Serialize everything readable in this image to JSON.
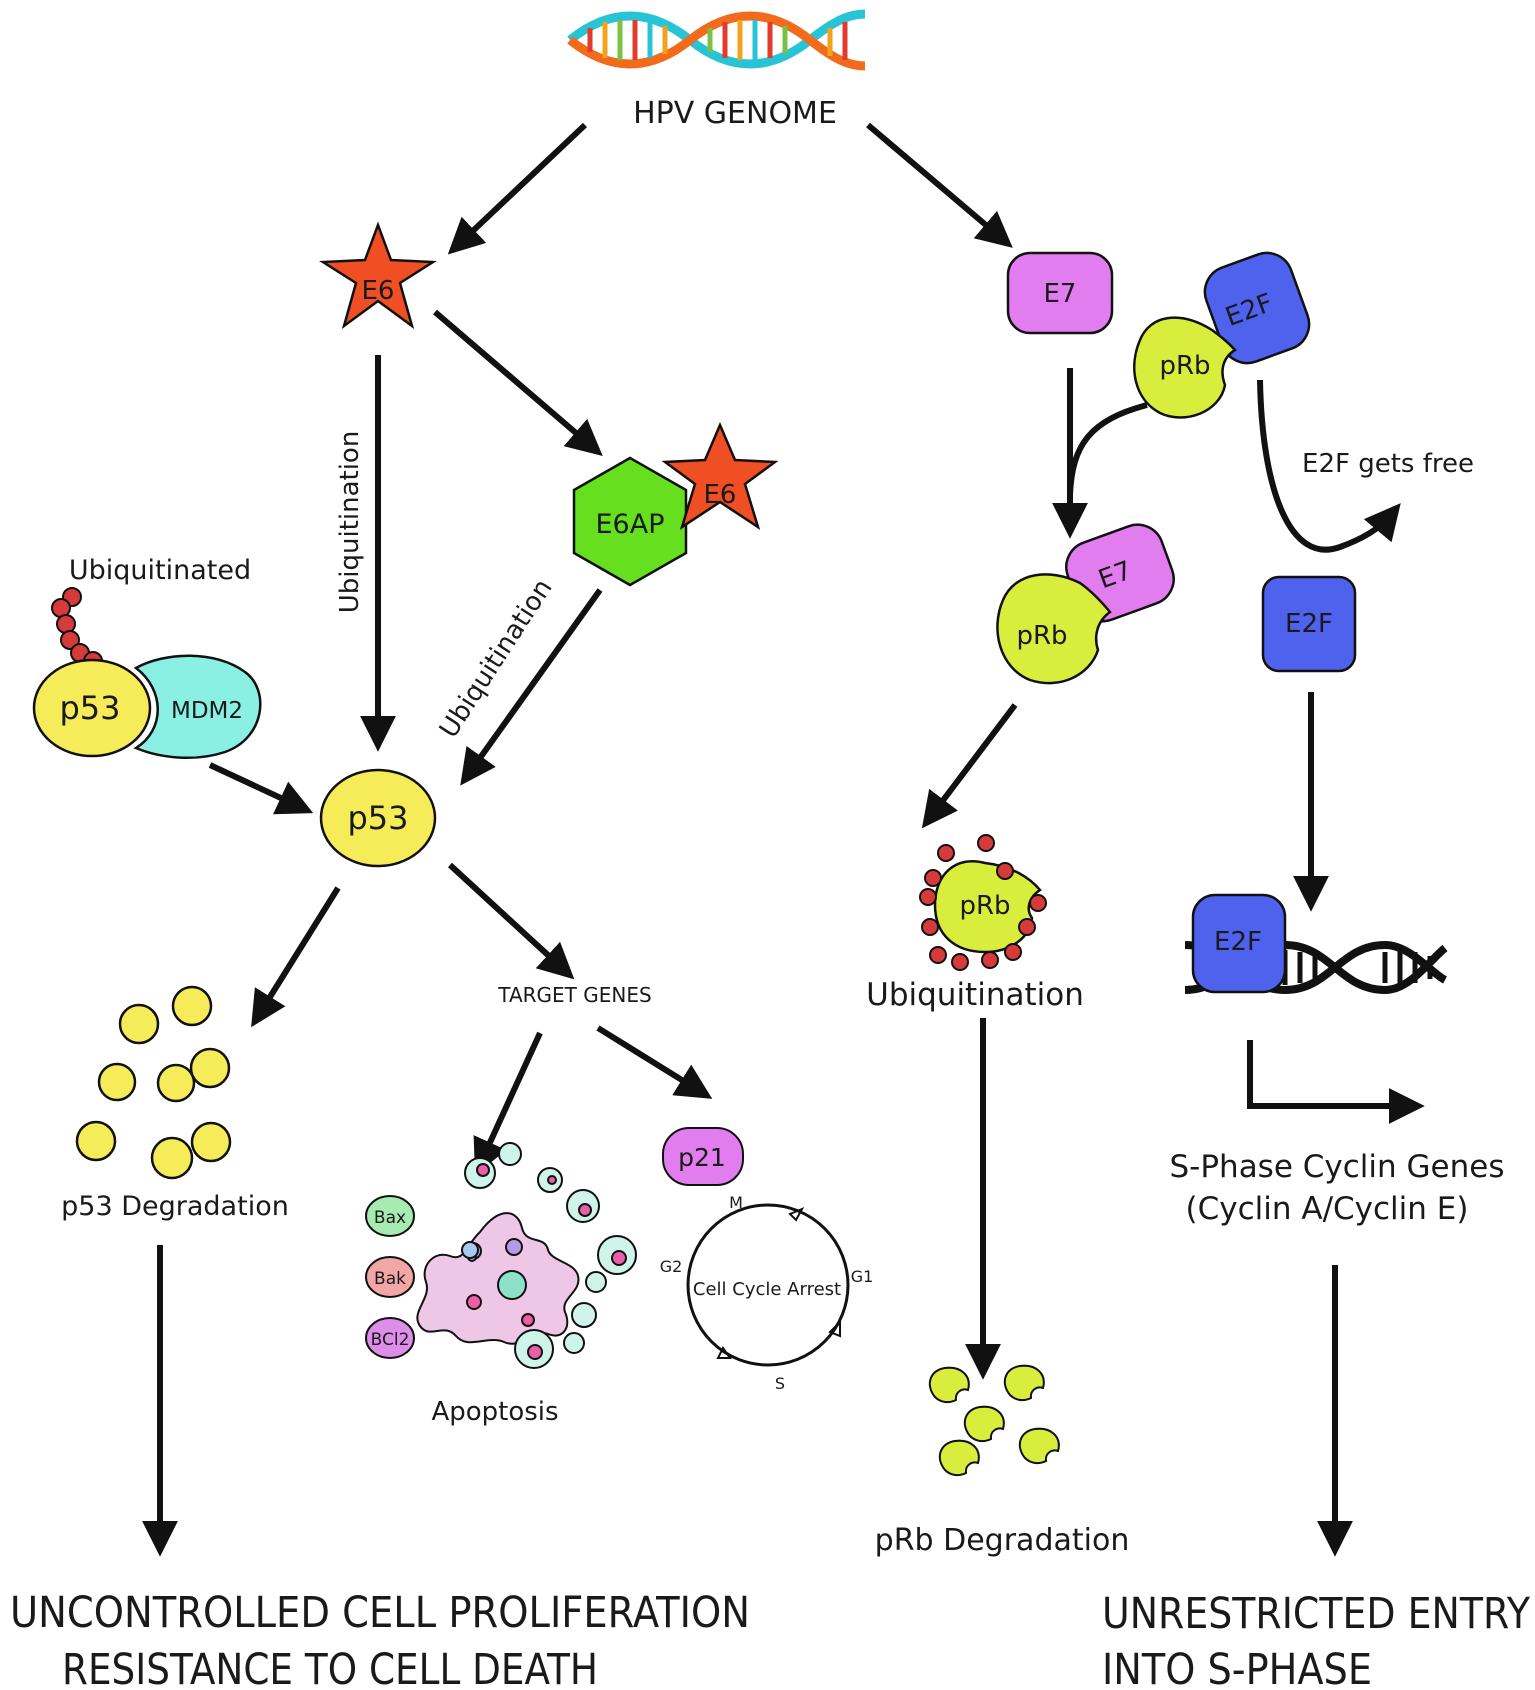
{
  "colors": {
    "e6_star": "#F04E23",
    "e6ap_hexagon": "#66E01E",
    "e7_box": "#E27DF0",
    "e2f_box": "#4E62EE",
    "prb_shape": "#D9EE3C",
    "p53_circle": "#F6EC59",
    "mdm2": "#8AF0E4",
    "ubiquitin": "#D63A3A",
    "bax": "#A6EBAF",
    "bak": "#F2A6A6",
    "bcl2": "#DD8EE8",
    "p21": "#E27DF0",
    "apoptotic_cell": "#EFC7E6",
    "apoptotic_body": "#CFF4EA"
  },
  "nodes": {
    "hpv_genome": "HPV GENOME",
    "e6_top": "E6",
    "e7_top": "E7",
    "e2f_complex": "E2F",
    "prb_complex": "pRb",
    "e6ap": "E6AP",
    "e6_bound": "E6",
    "ubiquitinated": "Ubiquitinated",
    "p53_mdm2": "p53",
    "mdm2": "MDM2",
    "p53_center": "p53",
    "prb_e7_prb": "pRb",
    "prb_e7_e7": "E7",
    "e2f_free": "E2F",
    "e2f_gets_free": "E2F gets free",
    "prb_ubiq": "pRb",
    "ubiquitination_right": "Ubiquitination",
    "e2f_dna": "E2F",
    "target_genes": "TARGET GENES",
    "p53_degradation": "p53 Degradation",
    "bax": "Bax",
    "bak": "Bak",
    "bcl2": "BCl2",
    "apoptosis": "Apoptosis",
    "p21": "p21",
    "cell_cycle_arrest": "Cell Cycle Arrest",
    "phase_m": "M",
    "phase_g1": "G1",
    "phase_s": "S",
    "phase_g2": "G2",
    "s_phase_genes_line1": "S-Phase Cyclin Genes",
    "s_phase_genes_line2": "(Cyclin A/Cyclin E)",
    "prb_degradation": "pRb Degradation"
  },
  "edge_labels": {
    "ubiquitination_vertical": "Ubiquitination",
    "ubiquitination_diagonal": "Ubiquitination"
  },
  "outcomes": {
    "left_line1": "UNCONTROLLED CELL PROLIFERATION",
    "left_line2": "RESISTANCE TO CELL DEATH",
    "right_line1": "UNRESTRICTED ENTRY",
    "right_line2": "INTO S-PHASE"
  }
}
